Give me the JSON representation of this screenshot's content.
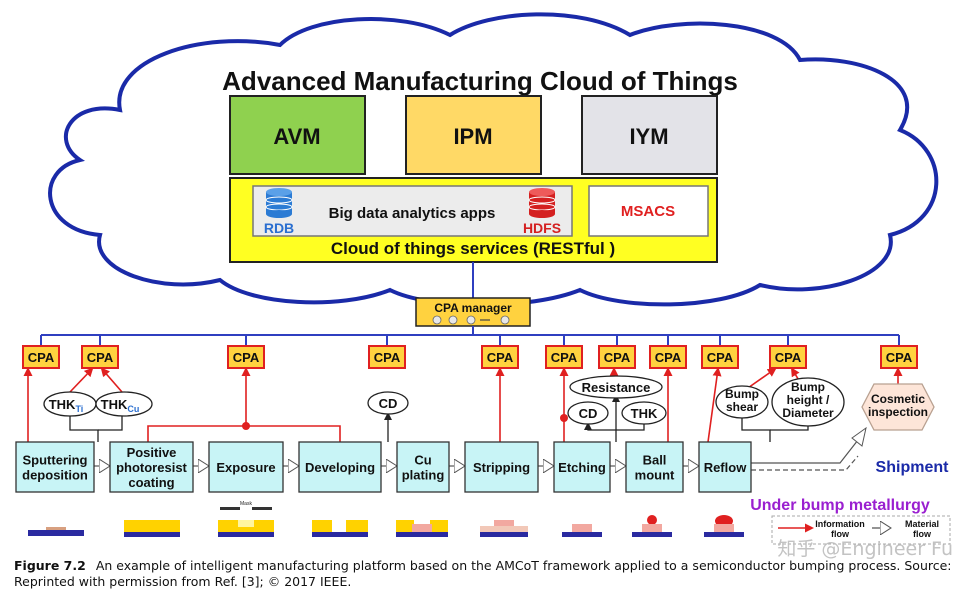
{
  "cloud": {
    "title": "Advanced Manufacturing Cloud of Things",
    "boxes": [
      {
        "label": "AVM",
        "color": "#8fd14f"
      },
      {
        "label": "IPM",
        "color": "#ffd966"
      },
      {
        "label": "IYM",
        "color": "#e3e3e8"
      }
    ],
    "services": {
      "inner_label": "Big data analytics apps",
      "rdb_label": "RDB",
      "hdfs_label": "HDFS",
      "msacs_label": "MSACS",
      "bottom_label": "Cloud of things services (RESTful )"
    }
  },
  "cpa_manager_label": "CPA manager",
  "cpa_label": "CPA",
  "processes": [
    "Sputtering\ndeposition",
    "Positive\nphotoresist\ncoating",
    "Exposure",
    "Developing",
    "Cu\nplating",
    "Stripping",
    "Etching",
    "Ball\nmount",
    "Reflow"
  ],
  "measurements": {
    "thk_ti": {
      "main": "THK",
      "sub": "Ti"
    },
    "thk_cu": {
      "main": "THK",
      "sub": "Cu"
    },
    "cd1": "CD",
    "resistance": "Resistance",
    "cd2": "CD",
    "thk": "THK",
    "bump_shear": "Bump\nshear",
    "bump_height": "Bump\nheight /\nDiameter",
    "cosmetic": "Cosmetic\ninspection"
  },
  "shipment_label": "Shipment",
  "ubm_label": "Under bump metallurgy",
  "mask_label": "Mask",
  "legend": {
    "info": "Information\nflow",
    "material": "Material\nflow"
  },
  "watermark": "知乎 @Engineer Fu",
  "caption": {
    "figure": "Figure 7.2",
    "text": "An example of intelligent manufacturing platform based on the AMCoT framework applied to a semiconductor bumping process. Source: Reprinted with permission from Ref. [3]; © 2017 IEEE."
  },
  "colors": {
    "line_blue": "#2f3fc0",
    "info_red": "#e02020",
    "cpa_fill": "#ffd23f",
    "process_fill": "#c8f4f6",
    "purple": "#9a1fd0",
    "navy": "#1a2aa8",
    "yellow": "#ffff22"
  }
}
